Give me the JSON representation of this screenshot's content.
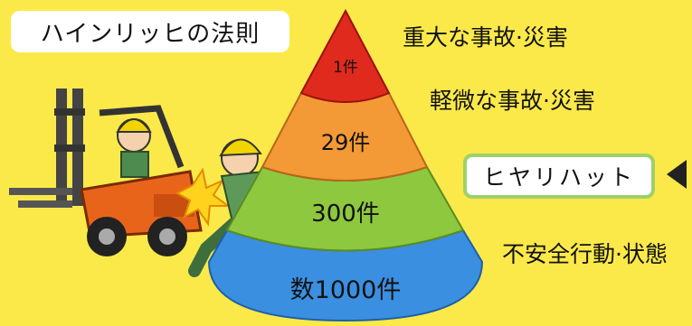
{
  "title": "ハインリッヒの法則",
  "pyramid": {
    "levels": [
      {
        "count": "1件",
        "description": "重大な事故·災害",
        "color": "#e02a1e"
      },
      {
        "count": "29件",
        "description": "軽微な事故·災害",
        "color": "#f39a36"
      },
      {
        "count": "300件",
        "description": "ヒヤリハット",
        "color": "#8dc83e"
      },
      {
        "count": "数1000件",
        "description": "不安全行動·状態",
        "color": "#3a8fe0"
      }
    ]
  },
  "colors": {
    "background": "#fbe94a",
    "hiyari_border": "#9ed06b"
  },
  "illustration": {
    "forklift_icon": "forklift-icon",
    "worker_icon": "worker-icon"
  }
}
